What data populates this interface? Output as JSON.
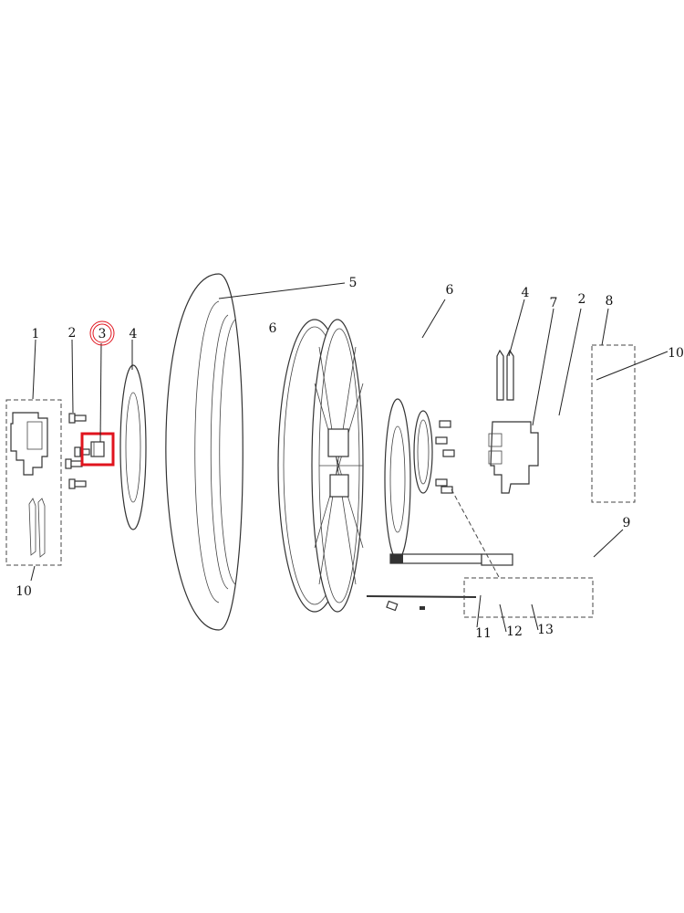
{
  "diagram": {
    "labels": {
      "front_caliper_assembly": "1",
      "bolts_left": "2",
      "spacer_highlighted": "3",
      "brake_disc_left": "4",
      "tire": "5",
      "wheel": "6",
      "brake_disc_right": "6",
      "pads_right": "4",
      "caliper_right": "7",
      "bolts_right": "2",
      "pad_kit_right": "8",
      "pads_left": "10",
      "pads_in_kit": "10",
      "axle_kit": "9",
      "axle_part_a": "11",
      "axle_part_b": "12",
      "axle_part_c": "13"
    },
    "highlight_color": "#e0141e"
  }
}
